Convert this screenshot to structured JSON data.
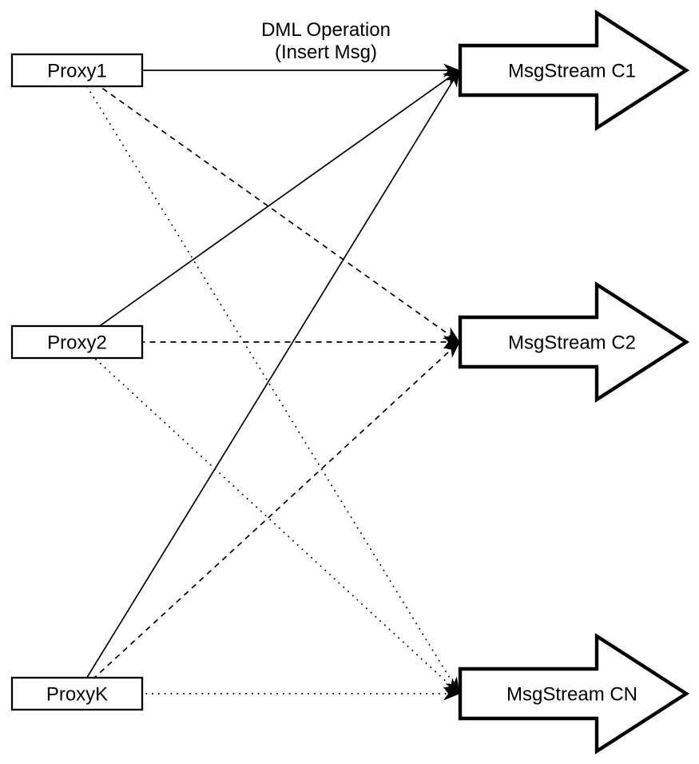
{
  "diagram": {
    "type": "flow-diagram",
    "background_color": "#ffffff",
    "stroke_color": "#000000",
    "fill_color": "#ffffff",
    "text_color": "#000000"
  },
  "edge_label": {
    "line1": "DML Operation",
    "line2": "(Insert Msg)"
  },
  "proxies": [
    {
      "id": "proxy1",
      "label": "Proxy1"
    },
    {
      "id": "proxy2",
      "label": "Proxy2"
    },
    {
      "id": "proxyk",
      "label": "ProxyK"
    }
  ],
  "streams": [
    {
      "id": "c1",
      "label": "MsgStream C1"
    },
    {
      "id": "c2",
      "label": "MsgStream C2"
    },
    {
      "id": "cn",
      "label": "MsgStream CN"
    }
  ],
  "edges": [
    {
      "from": "Proxy1",
      "to": "MsgStream C1",
      "style": "solid",
      "label": "DML Operation (Insert Msg)"
    },
    {
      "from": "Proxy1",
      "to": "MsgStream C2",
      "style": "dashed",
      "label": ""
    },
    {
      "from": "Proxy1",
      "to": "MsgStream CN",
      "style": "dotted",
      "label": ""
    },
    {
      "from": "Proxy2",
      "to": "MsgStream C1",
      "style": "solid",
      "label": ""
    },
    {
      "from": "Proxy2",
      "to": "MsgStream C2",
      "style": "dashed",
      "label": ""
    },
    {
      "from": "Proxy2",
      "to": "MsgStream CN",
      "style": "dotted",
      "label": ""
    },
    {
      "from": "ProxyK",
      "to": "MsgStream C1",
      "style": "solid",
      "label": ""
    },
    {
      "from": "ProxyK",
      "to": "MsgStream C2",
      "style": "dashed",
      "label": ""
    },
    {
      "from": "ProxyK",
      "to": "MsgStream CN",
      "style": "dotted",
      "label": ""
    }
  ]
}
